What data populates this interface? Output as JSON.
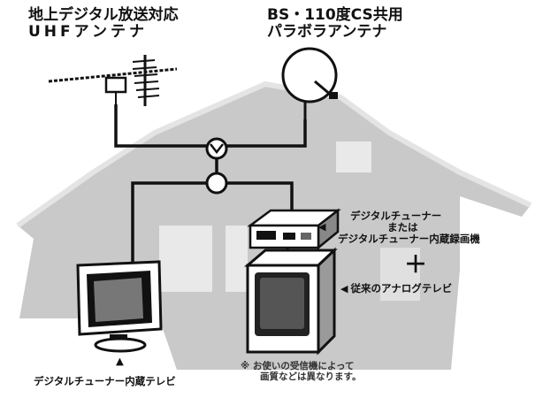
{
  "labels": {
    "uhf_antenna_line1": "地上デジタル放送対応",
    "uhf_antenna_line2": "UHFアンテナ",
    "bs_antenna_line1": "BS・110度CS共用",
    "bs_antenna_line2": "パラボラアンテナ",
    "tuner_line1": "デジタルチューナー",
    "tuner_line2": "または",
    "tuner_line3": "デジタルチューナー内蔵録画機",
    "plus_sign": "＋",
    "analog_tv": "従来のアナログテレビ",
    "digital_tv": "デジタルチューナー内蔵テレビ",
    "note_line1": "※ お使いの受信機によって",
    "note_line2": "画質などは異なります。"
  },
  "markers": {
    "left_arrow": "◀",
    "up_triangle": "▲"
  },
  "colors": {
    "house_fill": "#c9c9c9",
    "house_edge": "#e6e6e6",
    "line": "#111111"
  }
}
